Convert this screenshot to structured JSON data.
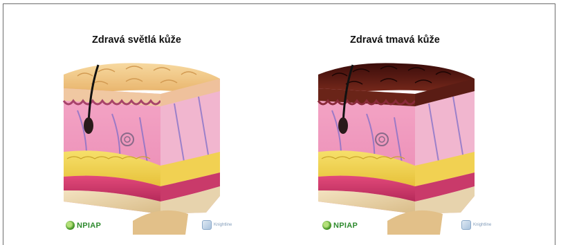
{
  "panels": [
    {
      "title": "Zdravá světlá kůže",
      "variant": "light",
      "surface_color": "#f2c98a",
      "logo_left": "NPIAP",
      "logo_right": "Knightline"
    },
    {
      "title": "Zdravá tmavá kůže",
      "variant": "dark",
      "surface_color": "#5a1a14",
      "logo_left": "NPIAP",
      "logo_right": "Knightline"
    }
  ],
  "icons": {
    "left_logo": "npiap-logo-icon",
    "right_logo": "partner-logo-icon"
  }
}
